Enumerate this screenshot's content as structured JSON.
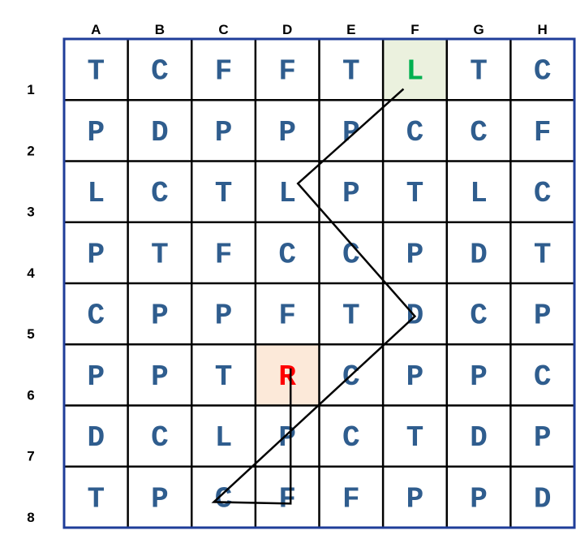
{
  "columns": [
    "A",
    "B",
    "C",
    "D",
    "E",
    "F",
    "G",
    "H"
  ],
  "rows": [
    "1",
    "2",
    "3",
    "4",
    "5",
    "6",
    "7",
    "8"
  ],
  "grid": [
    [
      "T",
      "C",
      "F",
      "F",
      "T",
      "L",
      "T",
      "C"
    ],
    [
      "P",
      "D",
      "P",
      "P",
      "P",
      "C",
      "C",
      "F"
    ],
    [
      "L",
      "C",
      "T",
      "L",
      "P",
      "T",
      "L",
      "C"
    ],
    [
      "P",
      "T",
      "F",
      "C",
      "C",
      "P",
      "D",
      "T"
    ],
    [
      "C",
      "P",
      "P",
      "F",
      "T",
      "D",
      "C",
      "P"
    ],
    [
      "P",
      "P",
      "T",
      "R",
      "C",
      "P",
      "P",
      "C"
    ],
    [
      "D",
      "C",
      "L",
      "P",
      "C",
      "T",
      "D",
      "P"
    ],
    [
      "T",
      "P",
      "C",
      "F",
      "F",
      "P",
      "P",
      "D"
    ]
  ],
  "highlights": [
    {
      "cell": "F1",
      "fill": "#ebf1de",
      "text": "#00b050"
    },
    {
      "cell": "D6",
      "fill": "#fce9d9",
      "text": "#ff0000"
    }
  ],
  "path_cells": [
    "F1",
    "D3",
    "F5",
    "C8",
    "D8",
    "D6"
  ],
  "colors": {
    "letter": "#2f5d8e",
    "border": "#1f3d99",
    "line": "#000000"
  }
}
